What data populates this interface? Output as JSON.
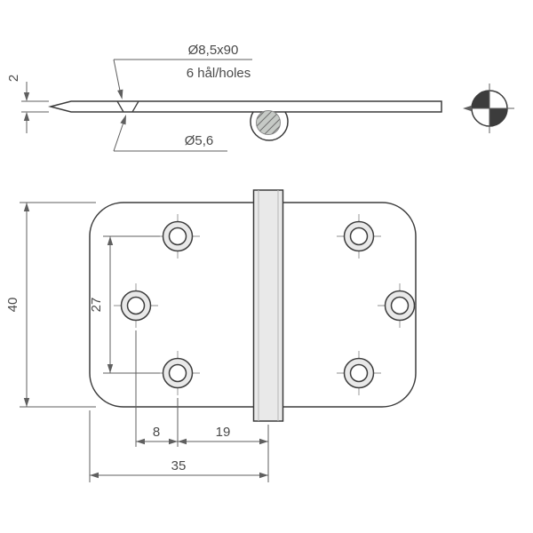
{
  "title": "hinge-technical-drawing",
  "side_view": {
    "countersink_label": "Ø8,5x90",
    "holes_note": "6 hål/holes",
    "thickness": "2",
    "hole_diameter": "Ø5,6"
  },
  "front_view": {
    "overall_height": "40",
    "hole_row_spacing": "27",
    "hole_column_offset": "8",
    "hole_to_hinge_center": "19",
    "leaf_width": "35"
  },
  "colors": {
    "line": "#3c3c3c",
    "dim": "#5f5f5f",
    "text": "#4a4a4a",
    "light_fill": "#e9e9e9",
    "hatch_fill": "#c6cac6"
  }
}
